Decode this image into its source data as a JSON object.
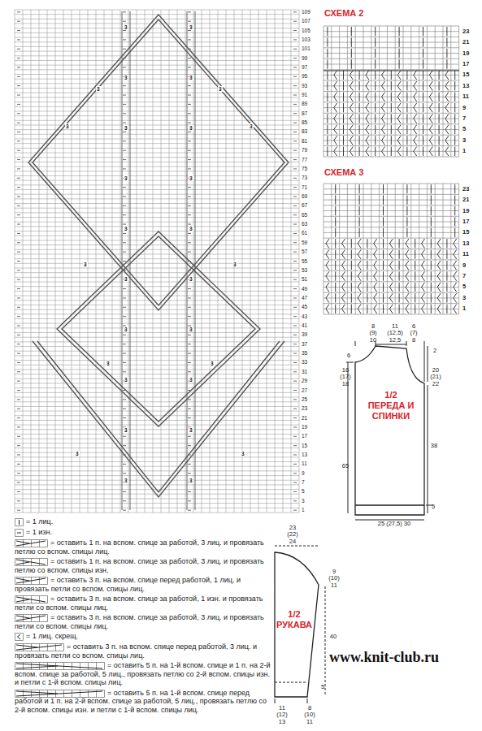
{
  "diagram": {
    "nodes": [
      {
        "text": [
          "1/2 ПЕРЕДА И СПИНКИ"
        ]
      },
      {
        "text": [
          "1/2 РУКАВА"
        ]
      }
    ],
    "labels": [
      "СХЕМА 2",
      "СХЕМА 3",
      "1",
      "3",
      "5",
      "7",
      "9",
      "11",
      "13",
      "15",
      "17",
      "19",
      "21",
      "23",
      "25",
      "27",
      "29",
      "31",
      "33",
      "35",
      "37",
      "39",
      "41",
      "43",
      "45",
      "47",
      "49",
      "51",
      "53",
      "55",
      "57",
      "59",
      "61",
      "63",
      "65",
      "67",
      "69",
      "71",
      "73",
      "75",
      "77",
      "79",
      "81",
      "83",
      "85",
      "87",
      "89",
      "91",
      "93",
      "95",
      "97",
      "99",
      "101",
      "103",
      "105",
      "107",
      "109",
      "1",
      "3",
      "5",
      "7",
      "9",
      "11",
      "13",
      "15",
      "17",
      "19",
      "21",
      "23",
      "1",
      "3",
      "5",
      "7",
      "9",
      "11",
      "13",
      "15",
      "17",
      "19",
      "21",
      "23",
      "3",
      "3",
      "3",
      "3",
      "3",
      "3",
      "3",
      "3",
      "3",
      "3",
      "3",
      "3",
      "3",
      "3",
      "3",
      "3",
      "3",
      "3",
      "3",
      "3",
      "3",
      "3",
      "3",
      "3",
      "3",
      "3",
      "3",
      "3",
      "3",
      "3",
      "8 (9) 10",
      "11 (12,5) 12,5",
      "6 (7) 8",
      "2",
      "6",
      "16 (17) 18",
      "20 (21) 22",
      "65",
      "38",
      "5",
      "25 (27,5) 30",
      "23 (22) 24",
      "9 (10) 11",
      "40",
      "5",
      "11 (12) 13",
      "8 (10) 11",
      "www.knit-club.ru"
    ],
    "legend": [
      {
        "text": "= 1 лиц."
      },
      {
        "text": "= 1 изн."
      },
      {
        "text": "= оставить 1 п. на вспом. спице за работой, 3 лиц. и провязать петлю со вспом. спицы лиц."
      },
      {
        "text": "= оставить 1 п. на вспом. спице за работой, 3 лиц. и провязать петлю со вспом. спицы изн."
      },
      {
        "text": "= оставить 3 п. на вспом. спице перед работой, 1 лиц. и провязать петли со вспом. спицы лиц."
      },
      {
        "text": "= оставить 3 п. на вспом. спице за работой, 1 изн. и провязать петли со вспом. спицы лиц."
      },
      {
        "text": "= оставить 3 п. на вспом. спице за работой, 3 лиц. и провязать петли со вспом. спицы лиц."
      },
      {
        "text": "= 1 лиц. скрещ."
      },
      {
        "text": "= оставить 3 п. на вспом. спице перед работой, 3 лиц. и провязать петли со вспом. спицы лиц."
      },
      {
        "text": "= оставить 5 п. на 1-й вспом. спице и 1 п. на 2-й вспом. спице за работой, 5 лиц., провязать петлю со 2-й вспом. спицы изн. и петли с 1-й вспом. спицы лиц."
      },
      {
        "text": "= оставить 5 п. на 1-й вспом. спице перед работой и 1 п. на 2-й вспом. спице за работой, 5 лиц., провязать петлю со 2-й вспом. спицы изн. и петли с 1-й вспом. спицы лиц."
      }
    ]
  }
}
